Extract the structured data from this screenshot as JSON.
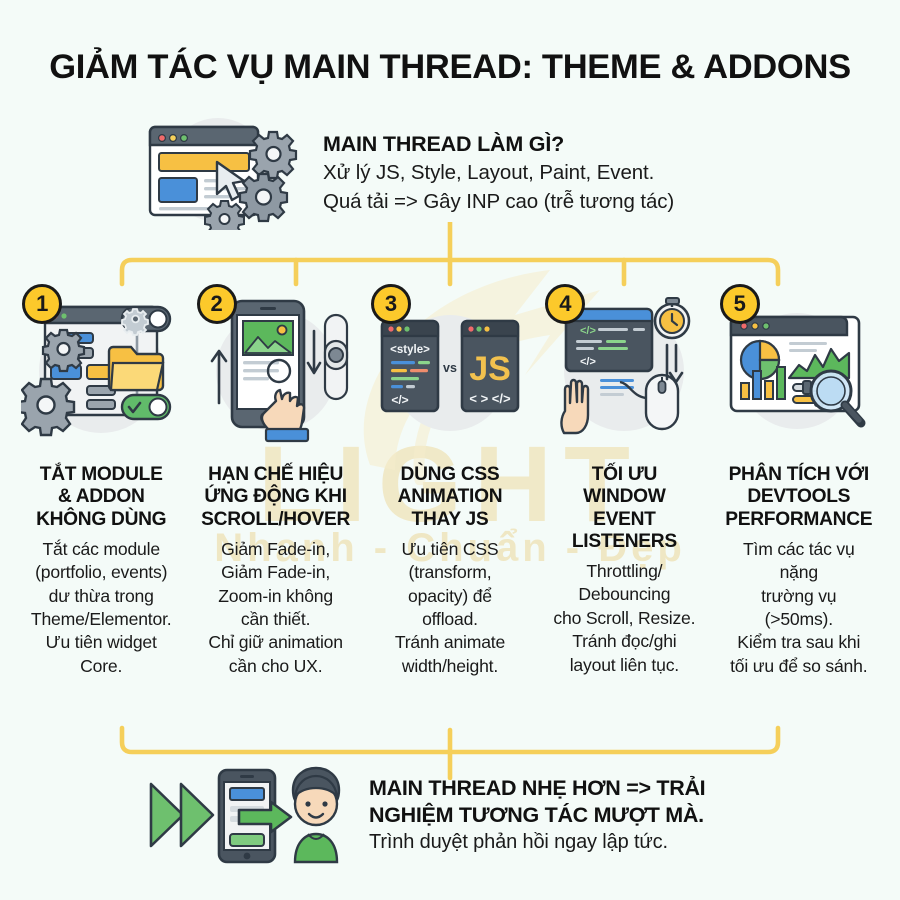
{
  "title": "GIẢM TÁC VỤ MAIN THREAD: THEME & ADDONS",
  "watermark": {
    "main": "LIGHT",
    "sub": "Nhanh - Chuẩn - Đẹp"
  },
  "top": {
    "icon_name": "browser-window-gears-icon",
    "heading": "MAIN THREAD LÀM GÌ?",
    "line1": "Xử lý JS, Style, Layout, Paint, Event.",
    "line2": "Quá tải => Gây INP cao (trễ tương tác)"
  },
  "columns": [
    {
      "number": "1",
      "icon_name": "settings-panel-toggle-icon",
      "title_lines": [
        "TẮT MODULE",
        "& ADDON",
        "KHÔNG DÙNG"
      ],
      "body_lines": [
        "Tắt các module",
        "(portfolio, events)",
        "dư thừa trong",
        "Theme/Elementor.",
        "Ưu tiên widget",
        "Core."
      ]
    },
    {
      "number": "2",
      "icon_name": "mobile-scroll-hand-icon",
      "title_lines": [
        "HẠN CHẾ HIỆU",
        "ỨNG ĐỘNG KHI",
        "SCROLL/HOVER"
      ],
      "body_lines": [
        "Giảm Fade-in,",
        "Giảm Fade-in,",
        "Zoom-in không",
        "cần thiết.",
        "Chỉ giữ animation",
        "cần cho UX."
      ]
    },
    {
      "number": "3",
      "icon_name": "css-vs-js-windows-icon",
      "title_lines": [
        "DÙNG CSS",
        "ANIMATION",
        "THAY JS"
      ],
      "body_lines": [
        "Ưu tiên CSS",
        "(transform,",
        "opacity) để",
        "offload.",
        "Tránh animate",
        "width/height."
      ]
    },
    {
      "number": "4",
      "icon_name": "window-event-mouse-timer-icon",
      "title_lines": [
        "TỐI ƯU",
        "WINDOW",
        "EVENT",
        "LISTENERS"
      ],
      "body_lines": [
        "Throttling/",
        "Debouncing",
        "cho Scroll, Resize.",
        "Tránh đọc/ghi",
        "layout liên tục."
      ]
    },
    {
      "number": "5",
      "icon_name": "analytics-dashboard-magnifier-icon",
      "title_lines": [
        "PHÂN TÍCH VỚI",
        "DEVTOOLS",
        "PERFORMANCE"
      ],
      "body_lines": [
        "Tìm các tác vụ",
        "nặng",
        "trường vụ",
        "(>50ms).",
        "Kiểm tra sau khi",
        "tối ưu để so sánh."
      ]
    }
  ],
  "bottom": {
    "icon_name": "phone-user-arrow-icon",
    "heading_line1": "MAIN THREAD NHẸ HƠN => TRẢI",
    "heading_line2": "NGHIỆM TƯƠNG TÁC MƯỢT MÀ.",
    "sub": "Trình duyệt phản hồi ngay lập tức."
  },
  "colors": {
    "background": "#f4fbf8",
    "accent_yellow": "#fcc92b",
    "connector": "#f5cf5a",
    "green": "#5cb85c",
    "blue": "#4a90d9",
    "dark": "#4a5560",
    "watermark": "#f0e6c0"
  }
}
